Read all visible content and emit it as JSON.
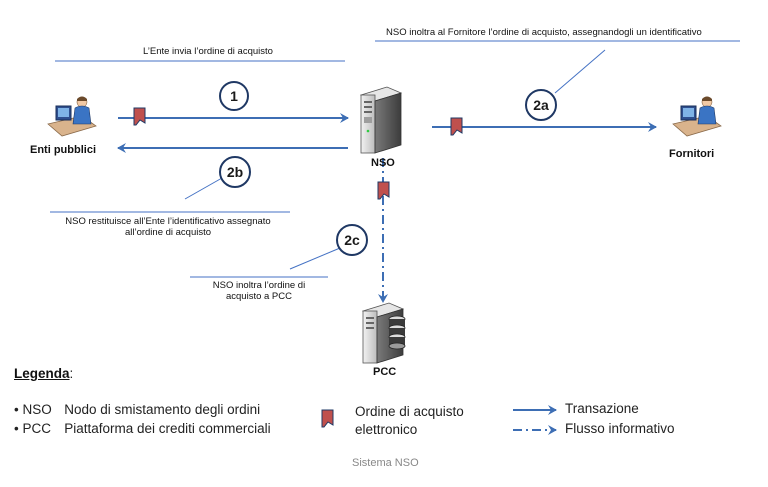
{
  "nodes": {
    "enti": "Enti pubblici",
    "nso": "NSO",
    "fornitori": "Fornitori",
    "pcc": "PCC"
  },
  "steps": {
    "s1": "1",
    "s2a": "2a",
    "s2b": "2b",
    "s2c": "2c"
  },
  "annotations": {
    "a1": "L’Ente invia l’ordine di acquisto",
    "a2a": "NSO inoltra al Fornitore l’ordine di acquisto, assegnandogli un identificativo",
    "a2b_line1": "NSO restituisce all’Ente l’identificativo  assegnato",
    "a2b_line2": "all’ordine di acquisto",
    "a2c_line1": "NSO inoltra l’ordine di",
    "a2c_line2": "acquisto a PCC"
  },
  "legend": {
    "title": "Legenda",
    "title_suffix": ":",
    "items": [
      {
        "bullet": "•",
        "abbr": "NSO",
        "desc": "Nodo di smistamento degli ordini"
      },
      {
        "bullet": "•",
        "abbr": "PCC",
        "desc": "Piattaforma dei crediti commerciali"
      }
    ],
    "document_label_line1": "Ordine di acquisto",
    "document_label_line2": "elettronico",
    "transaction_label": "Transazione",
    "info_flow_label": "Flusso informativo"
  },
  "caption": "Sistema NSO",
  "colors": {
    "arrow": "#3d6eb4",
    "document_fill": "#c0504d",
    "document_stroke": "#1f3864",
    "server_body": "#5a5a5a",
    "server_light": "#d9d9d9"
  }
}
